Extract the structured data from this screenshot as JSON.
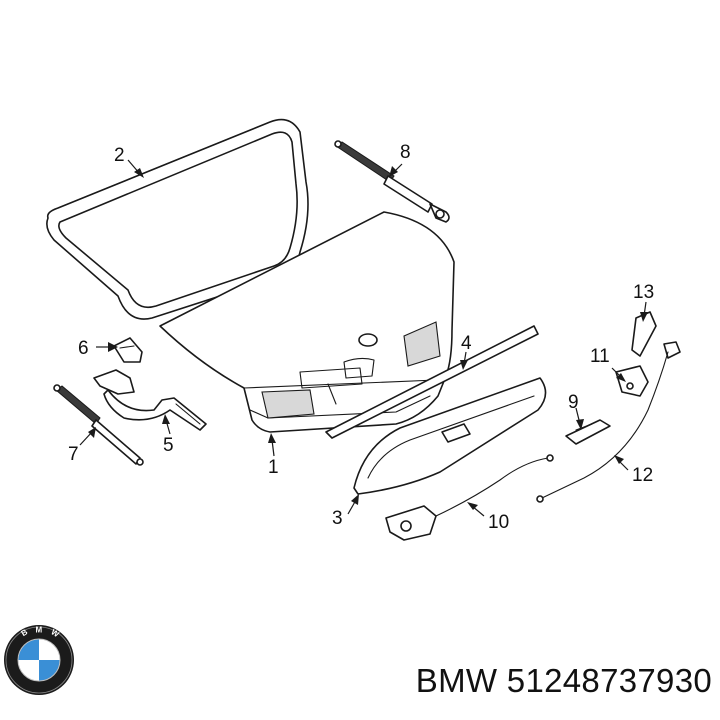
{
  "diagram": {
    "callouts": [
      {
        "id": "1",
        "label": "1"
      },
      {
        "id": "2",
        "label": "2"
      },
      {
        "id": "3",
        "label": "3"
      },
      {
        "id": "4",
        "label": "4"
      },
      {
        "id": "5",
        "label": "5"
      },
      {
        "id": "6",
        "label": "6"
      },
      {
        "id": "7",
        "label": "7"
      },
      {
        "id": "8",
        "label": "8"
      },
      {
        "id": "9",
        "label": "9"
      },
      {
        "id": "10",
        "label": "10"
      },
      {
        "id": "11",
        "label": "11"
      },
      {
        "id": "12",
        "label": "12"
      },
      {
        "id": "13",
        "label": "13"
      }
    ]
  },
  "footer": {
    "brand": "BMW",
    "part_number": "51248737930",
    "caption": "BMW 51248737930",
    "logo_colors": {
      "ring": "#1b1b1b",
      "blue": "#3a8fd6",
      "white": "#ffffff"
    }
  }
}
